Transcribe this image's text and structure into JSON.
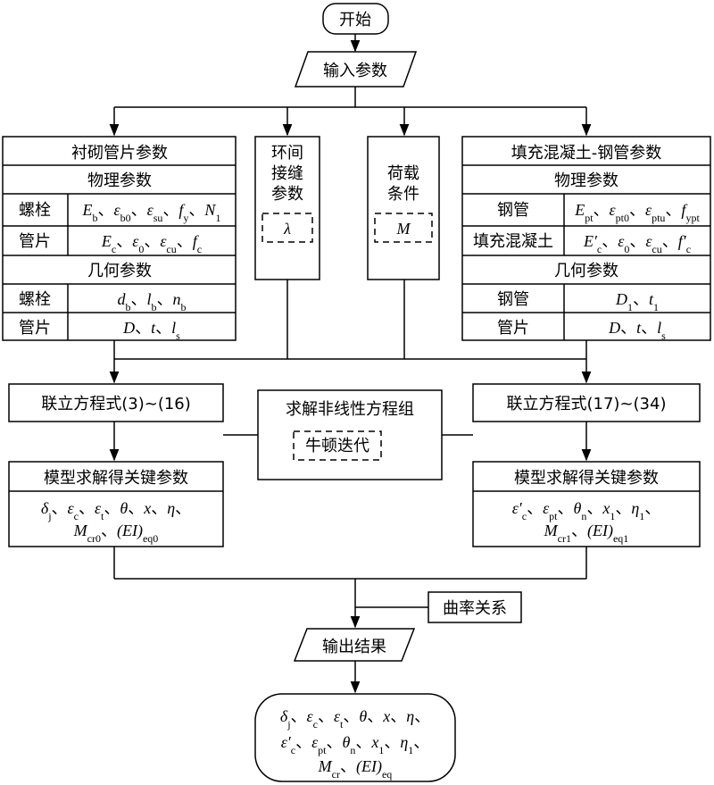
{
  "start": "开始",
  "input": "输入参数",
  "lining": {
    "title": "衬砌管片参数",
    "physical": "物理参数",
    "bolt_label": "螺栓",
    "bolt_physical": "E_b、ε_b0、ε_su、f_y、N_1",
    "segment_label": "管片",
    "segment_physical": "E_c、ε_0、ε_cu、f_c",
    "geometric": "几何参数",
    "bolt_geometric": "d_b、l_b、n_b",
    "segment_geometric": "D、t、l_s"
  },
  "joint": {
    "lines": [
      "环间",
      "接缝",
      "参数"
    ],
    "symbol": "λ"
  },
  "load": {
    "lines": [
      "荷载",
      "条件"
    ],
    "symbol": "M"
  },
  "filled": {
    "title": "填充混凝土-钢管参数",
    "physical": "物理参数",
    "tube_label": "钢管",
    "tube_physical": "E_pt、ε_pt0、ε_ptu、f_ypt",
    "concrete_label": "填充混凝土",
    "concrete_physical": "E′_c、ε_0、ε_cu、f′_c",
    "geometric": "几何参数",
    "tube_geometric": "D_1、t_1",
    "segment_label": "管片",
    "segment_geometric": "D、t、l_s"
  },
  "eq_left": "联立方程式(3)~(16)",
  "eq_right": "联立方程式(17)~(34)",
  "solver": {
    "title": "求解非线性方程组",
    "method": "牛顿迭代"
  },
  "model_left": {
    "title": "模型求解得关键参数",
    "line1": "δ_j、ε_c、ε_t、θ、x、η、",
    "line2": "M_cr0、(EI)_eq0"
  },
  "model_right": {
    "title": "模型求解得关键参数",
    "line1": "ε′_c、ε_pt、θ_n、x_1、η_1、",
    "line2": "M_cr1、(EI)_eq1"
  },
  "curvature": "曲率关系",
  "output": "输出结果",
  "result": {
    "line1": "δ_j、ε_c、ε_t、θ、x、η、",
    "line2": "ε′_c、ε_pt、θ_n、x_1、η_1、",
    "line3": "M_cr、(EI)_eq"
  }
}
